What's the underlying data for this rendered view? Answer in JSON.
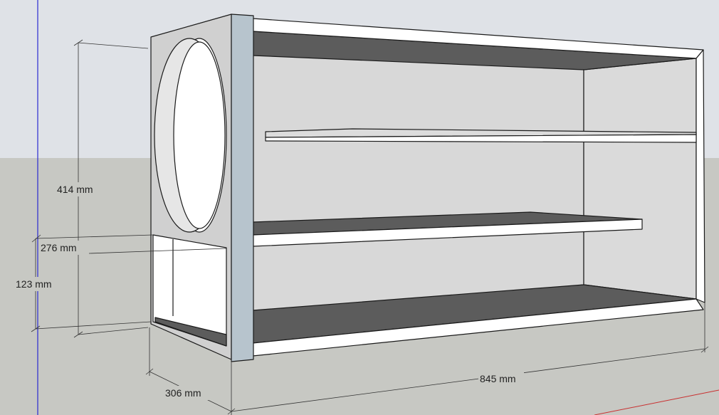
{
  "dimensions": {
    "height_total": "414 mm",
    "height_opening": "276 mm",
    "height_base": "123 mm",
    "depth": "306 mm",
    "width": "845 mm"
  },
  "colors": {
    "sky": "#dfe2e7",
    "ground": "#c7c8c3",
    "face_white": "#ffffff",
    "face_light_gray": "#d6d6d6",
    "face_dark_gray": "#5c5c5c",
    "face_blue_gray": "#b7c4cd",
    "outline": "#1a1a1a",
    "dimension_line": "#333333",
    "blue_axis": "#2a2ad0",
    "red_axis": "#c83030"
  }
}
